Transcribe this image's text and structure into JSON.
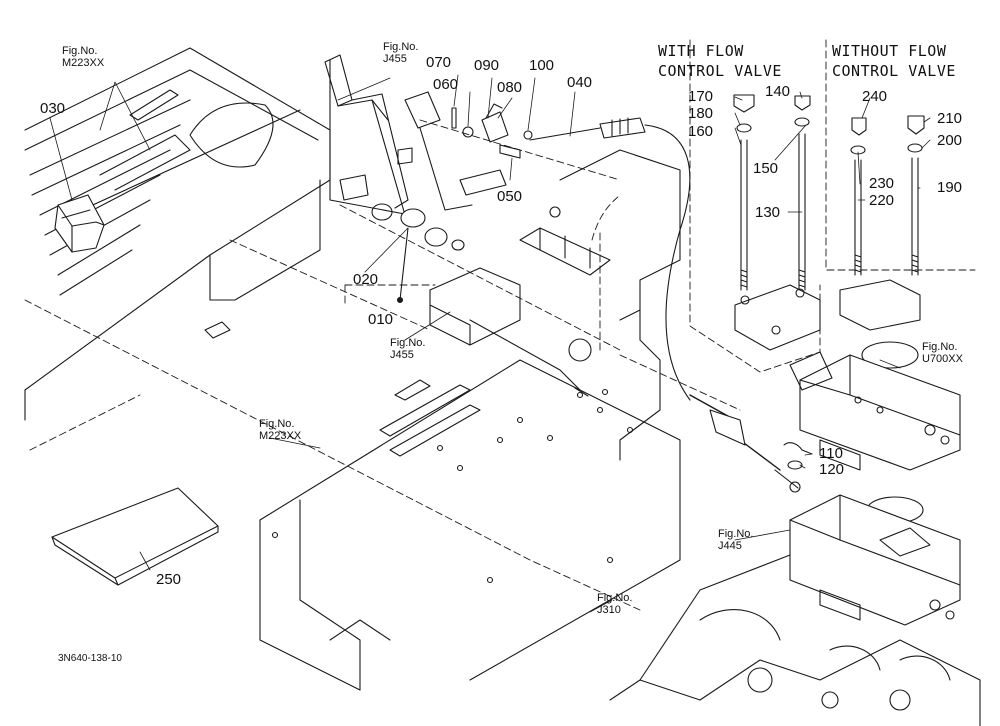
{
  "parts": {
    "p010": "010",
    "p020": "020",
    "p030": "030",
    "p040": "040",
    "p050": "050",
    "p060": "060",
    "p070": "070",
    "p080": "080",
    "p090": "090",
    "p100": "100",
    "p110": "110",
    "p120": "120",
    "p130": "130",
    "p140": "140",
    "p150": "150",
    "p160": "160",
    "p170": "170",
    "p180": "180",
    "p190": "190",
    "p200": "200",
    "p210": "210",
    "p220": "220",
    "p230": "230",
    "p240": "240",
    "p250": "250"
  },
  "figure_refs": {
    "fig_no_label": "Fig.No.",
    "m223_top": "M223XX",
    "j455_top": "J455",
    "j455_mid": "J455",
    "m223_mid": "M223XX",
    "u700": "U700XX",
    "j445": "J445",
    "j310": "J310"
  },
  "variants": {
    "with_line1": "WITH FLOW",
    "with_line2": "CONTROL VALVE",
    "without_line1": "WITHOUT FLOW",
    "without_line2": "CONTROL VALVE"
  },
  "drawing_code": "3N640-138-10"
}
